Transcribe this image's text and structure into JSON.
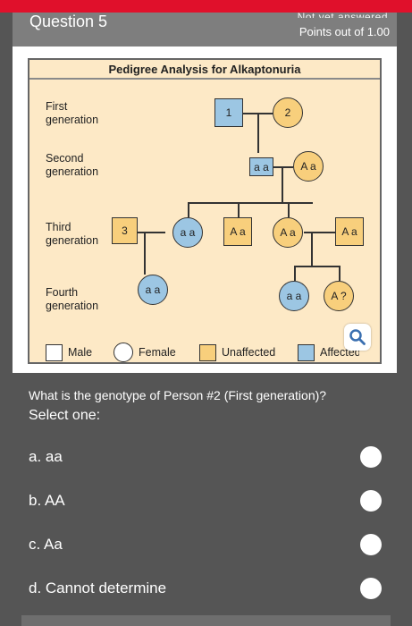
{
  "question": {
    "title": "Question 5",
    "status": "Not yet answered",
    "points": "Points out of 1.00"
  },
  "pedigree": {
    "title": "Pedigree Analysis for Alkaptonuria",
    "generations": [
      "First\ngeneration",
      "Second\ngeneration",
      "Third\ngeneration",
      "Fourth\ngeneration"
    ],
    "persons": {
      "p1": "1",
      "p2": "2",
      "g2_male": "a a",
      "g2_female": "A a",
      "p3": "3",
      "g3_daughter1": "a a",
      "g3_son": "A a",
      "g3_daughter2": "A a",
      "g3_spouse": "A a",
      "g4_left": "a a",
      "g4_daughter1": "a a",
      "g4_daughter2": "A ?"
    },
    "colors": {
      "affected": "#9cc6e3",
      "unaffected": "#f8cf7c"
    },
    "legend": {
      "male": "Male",
      "female": "Female",
      "unaffected": "Unaffected",
      "affected": "Affected"
    }
  },
  "prompt": {
    "question": "What is the genotype of Person #2 (First generation)?",
    "instruction": "Select one:"
  },
  "options": [
    {
      "label": "a. aa"
    },
    {
      "label": "b. AA"
    },
    {
      "label": "c. Aa"
    },
    {
      "label": "d. Cannot determine"
    }
  ],
  "icons": {
    "zoom": "magnifier-icon"
  }
}
